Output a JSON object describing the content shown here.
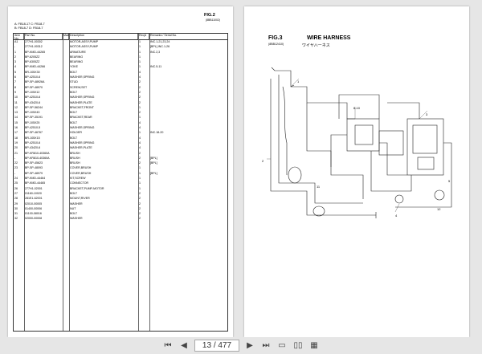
{
  "left_page": {
    "fig": "FIG.2",
    "fig_code": "(8BB11002)",
    "models": [
      "A: FB18-17  C: FB18-7",
      "B: FB18-7  D: FB18-7"
    ],
    "headers": [
      "Item No.",
      "Part No.",
      "Mark",
      "Description",
      "Req'd",
      "Remarks / Serial No."
    ],
    "rows": [
      [
        "A1",
        "277H1-00302",
        "",
        "MOTOR-ASSY,PUMP",
        "1",
        "INC.1-21,23,24"
      ],
      [
        "-",
        "277H1-00312",
        "",
        "MOTOR-ASSY,PUMP",
        "1",
        "[BPL] INC.1-26"
      ],
      [
        "1",
        "BP-KMD-44265",
        "",
        "ARMATURE",
        "1",
        "INC.2,3"
      ],
      [
        "2",
        "BP-6205ZZ",
        "",
        "BEARING",
        "1",
        ""
      ],
      [
        "3",
        "BP-6305ZZ",
        "",
        "BEARING",
        "1",
        ""
      ],
      [
        "4",
        "BP-KMD-44266",
        "",
        "YOKE",
        "1",
        "INC.5-11"
      ],
      [
        "5",
        "BR-105X30",
        "",
        "BOLT",
        "4",
        ""
      ],
      [
        "6",
        "BP-42510-6",
        "",
        "WASHER,SPRING",
        "4",
        ""
      ],
      [
        "7",
        "BP-SP-48926A",
        "",
        "STUD",
        "2",
        ""
      ],
      [
        "8",
        "BP-SP-48970",
        "",
        "SCREW,SET",
        "2",
        ""
      ],
      [
        "9",
        "BP-105X12",
        "",
        "BOLT",
        "2",
        ""
      ],
      [
        "10",
        "BP-42510-6",
        "",
        "WASHER,SPRING",
        "2",
        ""
      ],
      [
        "11",
        "BP-43420-6",
        "",
        "WASHER,PLATE",
        "2",
        ""
      ],
      [
        "12",
        "BP-SP-56244",
        "",
        "BRACKET,FRONT",
        "1",
        ""
      ],
      [
        "13",
        "BP-105X43",
        "",
        "BOLT",
        "2",
        ""
      ],
      [
        "14",
        "BP-SP-35191",
        "",
        "BRACKET,REAR",
        "1",
        ""
      ],
      [
        "15",
        "BP-105X25",
        "",
        "BOLT",
        "4",
        ""
      ],
      [
        "16",
        "BP-42510-5",
        "",
        "WASHER,SPRING",
        "4",
        ""
      ],
      [
        "17",
        "BP-SP-46767",
        "",
        "HOLDER",
        "1",
        "INC.18-20"
      ],
      [
        "18",
        "BR-105X15",
        "",
        "BOLT",
        "4",
        ""
      ],
      [
        "19",
        "BP-42510-6",
        "",
        "WASHER,SPRING",
        "4",
        ""
      ],
      [
        "20",
        "BP-43420-6",
        "",
        "WASHER,PLATE",
        "4",
        ""
      ],
      [
        "21",
        "BP-KR810-40360A",
        "",
        "BRUSH",
        "2",
        ""
      ],
      [
        "-",
        "BP-KR810-40360A",
        "",
        "BRUSH",
        "2",
        "[BPL]"
      ],
      [
        "22",
        "BP-SP-45623",
        "",
        "BRUSH",
        "2",
        "[BPL]"
      ],
      [
        "23",
        "BP-SP-48093",
        "",
        "COVER,BRUSH",
        "1",
        ""
      ],
      [
        "-",
        "BP-SP-48979",
        "",
        "COVER,BRUSH",
        "1",
        "[BPL]"
      ],
      [
        "24",
        "BP-KMD-44464",
        "",
        "KIT,SCREW",
        "1",
        ""
      ],
      [
        "25",
        "BP-KMD-44465",
        "",
        "CONNECTOR",
        "1",
        ""
      ],
      [
        "26",
        "277H1-02001",
        "",
        "BRACKET,PUMP-MOTOR",
        "1",
        ""
      ],
      [
        "27",
        "01160-10020",
        "",
        "BOLT",
        "2",
        ""
      ],
      [
        "28",
        "281E1-62001",
        "",
        "MOUNT,RIVER",
        "2",
        ""
      ],
      [
        "29",
        "02010-00005",
        "",
        "WASHER",
        "2",
        ""
      ],
      [
        "30",
        "01400-00006",
        "",
        "NUT",
        "2",
        ""
      ],
      [
        "31",
        "01100-08016",
        "",
        "BOLT",
        "2",
        ""
      ],
      [
        "32",
        "02000-00008",
        "",
        "WASHER",
        "2",
        ""
      ]
    ]
  },
  "right_page": {
    "fig": "FIG.3",
    "fig_code": "(8BB12410)",
    "title": "WIRE HARNESS",
    "title_kana": "ワイヤハーネス",
    "callouts": [
      "1",
      "2",
      "3",
      "4",
      "5",
      "6-10",
      "11",
      "12"
    ]
  },
  "toolbar": {
    "page_value": "13 / 477"
  }
}
